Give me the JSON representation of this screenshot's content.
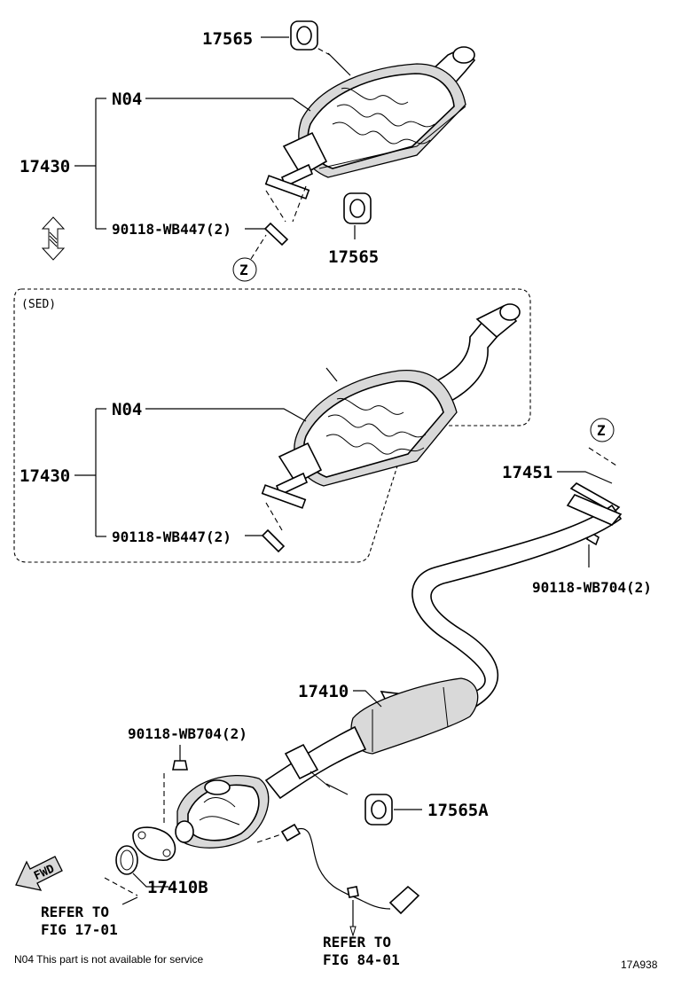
{
  "labels": {
    "top_hanger": "17565",
    "top_n04": "N04",
    "top_assembly": "17430",
    "top_bolt": "90118-WB447(2)",
    "top_hanger2": "17565",
    "z_marker_left": "Z",
    "sed_tag": "(SED)",
    "sed_n04": "N04",
    "sed_assembly": "17430",
    "sed_bolt": "90118-WB447(2)",
    "z_marker_right": "Z",
    "gasket": "17451",
    "rear_bolt": "90118-WB704(2)",
    "front_pipe": "17410",
    "front_bolt": "90118-WB704(2)",
    "front_hanger": "17565A",
    "front_gasket": "17410B",
    "fwd": "FWD",
    "refer1_line1": "REFER TO",
    "refer1_line2": "FIG 17-01",
    "refer2_line1": "REFER TO",
    "refer2_line2": "FIG 84-01"
  },
  "footer": {
    "note": "N04  This part is not available for service",
    "figure_code": "17A938"
  },
  "icons": [
    "up-down-arrow-icon",
    "fwd-arrow-icon"
  ]
}
